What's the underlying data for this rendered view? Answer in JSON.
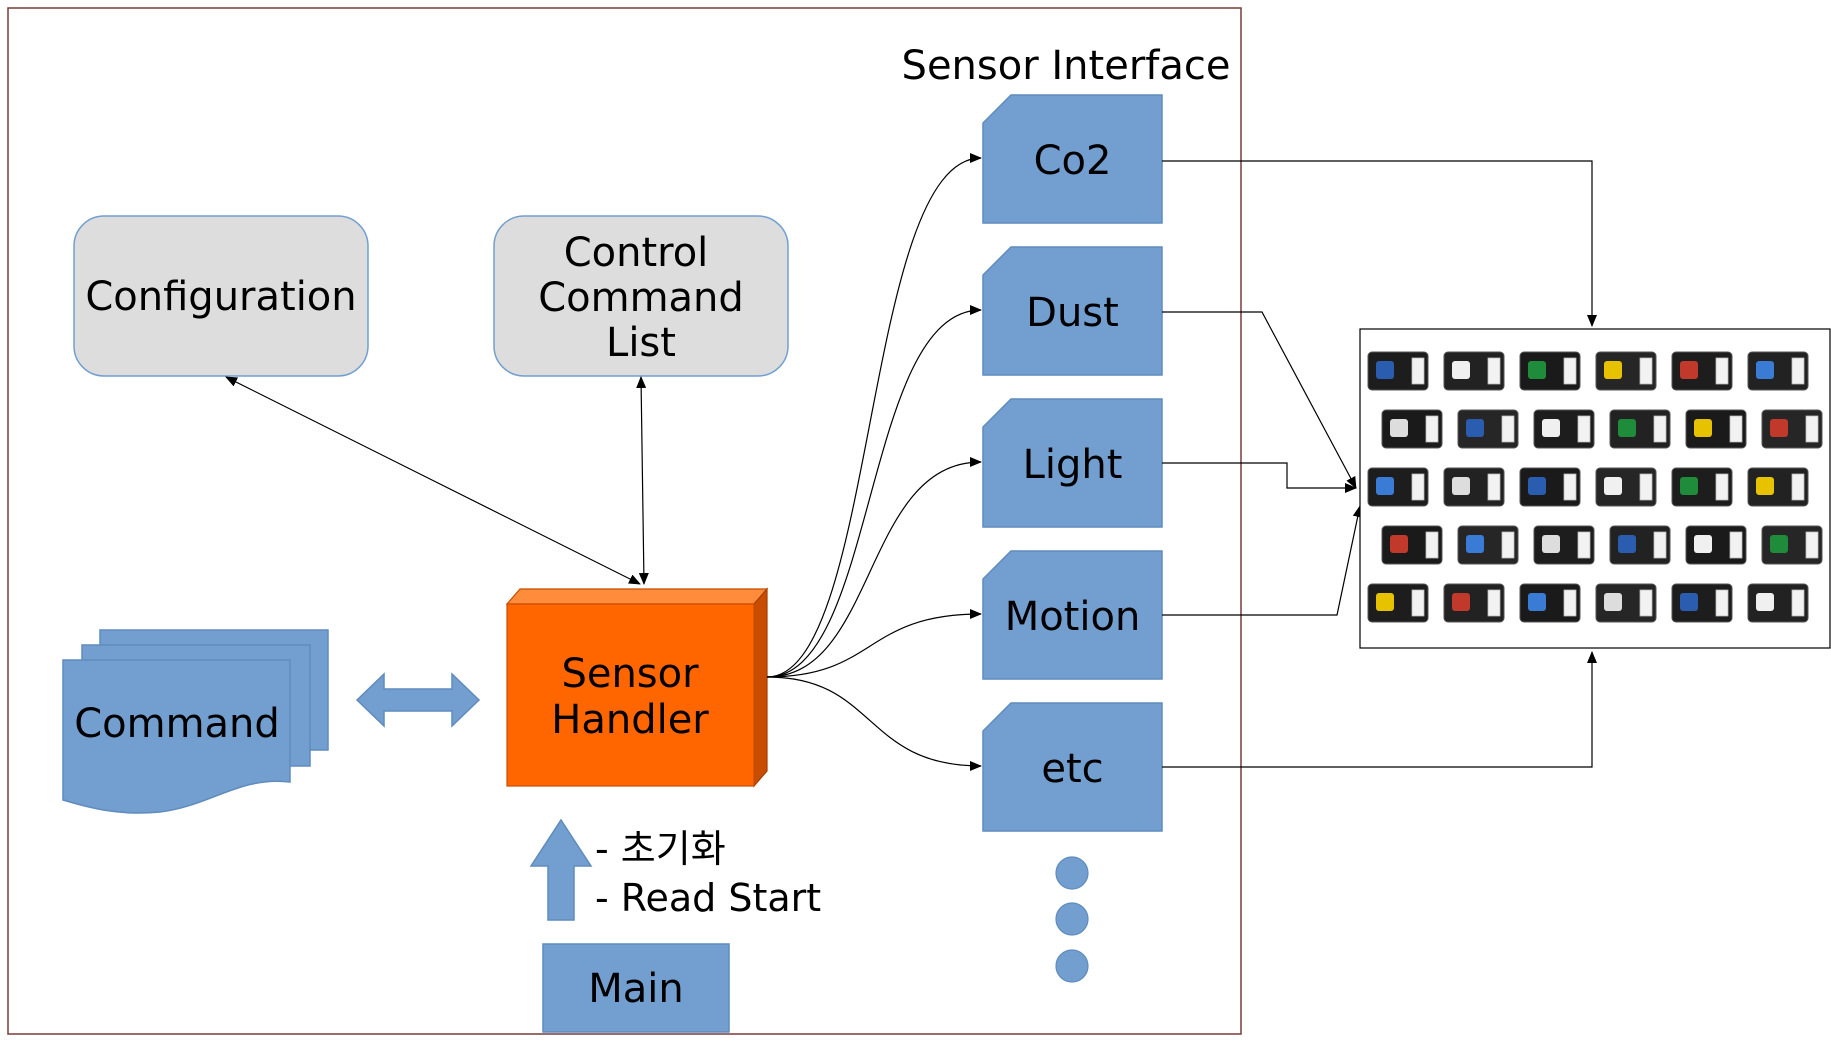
{
  "header": {
    "title": "Sensor Interface"
  },
  "nodes": {
    "configuration": {
      "label": "Configuration"
    },
    "control_command_list": {
      "lines": [
        "Control",
        "Command",
        "List"
      ]
    },
    "sensor_handler": {
      "lines": [
        "Sensor",
        "Handler"
      ]
    },
    "command": {
      "label": "Command"
    },
    "main": {
      "label": "Main"
    }
  },
  "init_notes": [
    "- 초기화",
    "- Read Start"
  ],
  "sensors": [
    {
      "label": "Co2"
    },
    {
      "label": "Dust"
    },
    {
      "label": "Light"
    },
    {
      "label": "Motion"
    },
    {
      "label": "etc"
    }
  ],
  "colors": {
    "sensor_fill": "#729fcf",
    "sensor_stroke": "#5f8bbd",
    "handler_front": "#ff6600",
    "handler_top": "#ff8c3a",
    "handler_side": "#c84d00",
    "rounded_box_fill": "#dddddd",
    "rounded_box_stroke": "#729fcf",
    "frame_stroke": "#7a3b3b",
    "connector": "#000000"
  },
  "icons": {
    "more_dots": "vertical-ellipsis-icon",
    "hardware_photo": "sensor-modules-image"
  }
}
